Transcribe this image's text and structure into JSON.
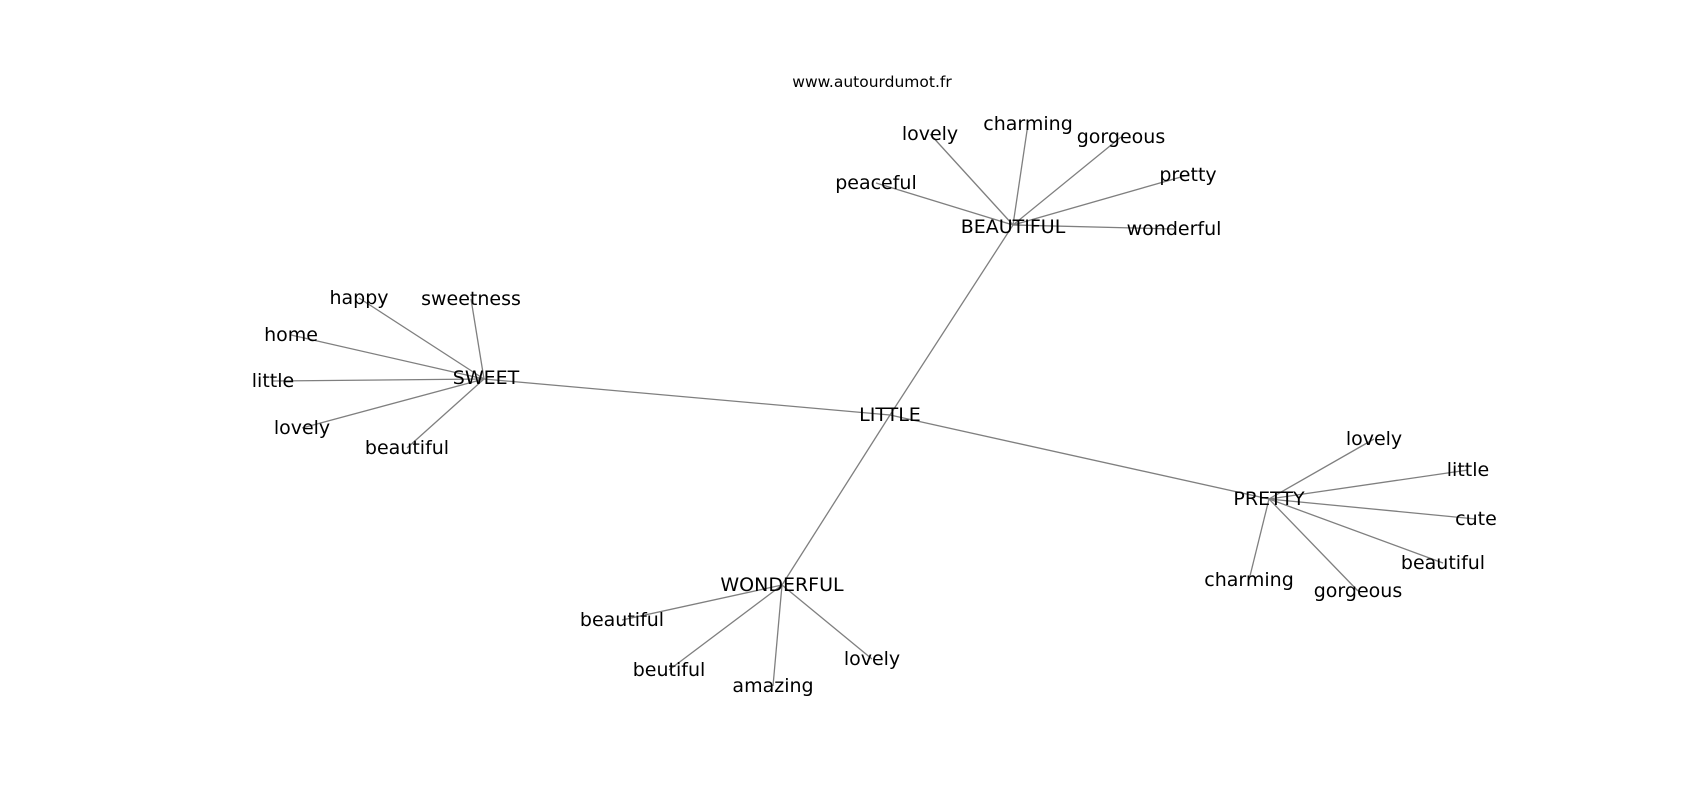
{
  "watermark": "www.autourdumot.fr",
  "colors": {
    "edge": "#7f7f7f",
    "text": "#000000",
    "background": "#ffffff"
  },
  "center": "LITTLE",
  "hubs": [
    {
      "label": "BEAUTIFUL",
      "leaves": [
        "lovely",
        "charming",
        "gorgeous",
        "peaceful",
        "pretty",
        "wonderful"
      ]
    },
    {
      "label": "SWEET",
      "leaves": [
        "happy",
        "sweetness",
        "home",
        "little",
        "lovely",
        "beautiful"
      ]
    },
    {
      "label": "PRETTY",
      "leaves": [
        "lovely",
        "little",
        "cute",
        "beautiful",
        "gorgeous",
        "charming"
      ]
    },
    {
      "label": "WONDERFUL",
      "leaves": [
        "beautiful",
        "beutiful",
        "amazing",
        "lovely"
      ]
    }
  ]
}
